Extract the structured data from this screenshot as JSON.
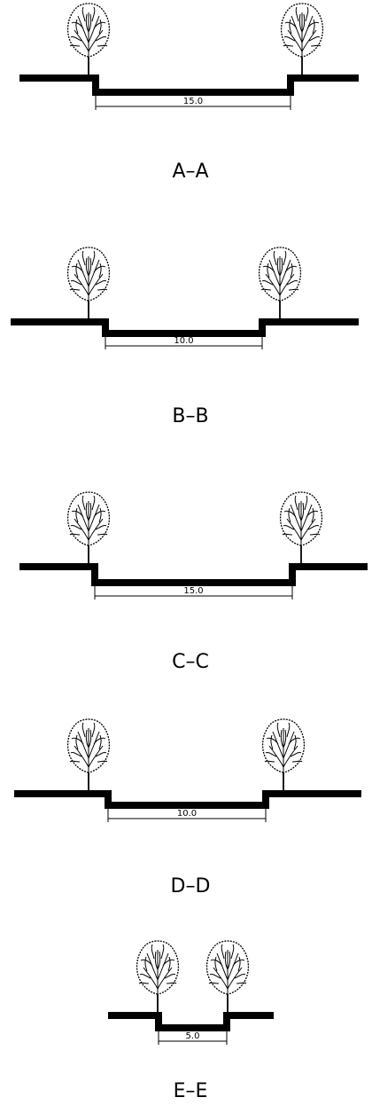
{
  "sections": [
    {
      "label": "A–A",
      "dimension": "15.0"
    },
    {
      "label": "B–B",
      "dimension": "10.0"
    },
    {
      "label": "C–C",
      "dimension": "15.0"
    },
    {
      "label": "D–D",
      "dimension": "10.0"
    },
    {
      "label": "E–E",
      "dimension": "5.0"
    }
  ],
  "colors": {
    "ink": "#000000",
    "paper": "#ffffff"
  },
  "icons": {
    "tree": "tree-icon"
  }
}
